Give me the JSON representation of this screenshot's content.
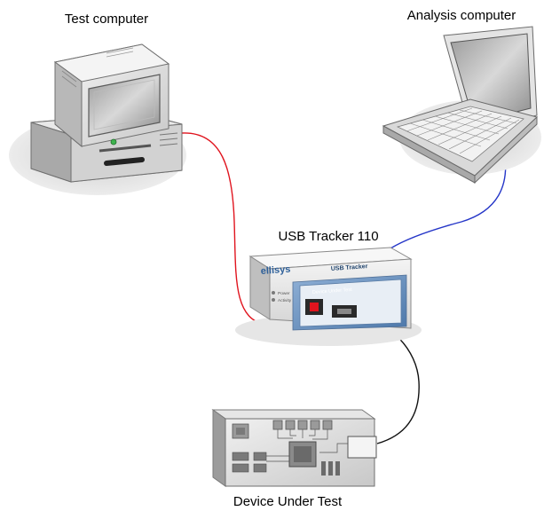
{
  "labels": {
    "test_computer": "Test computer",
    "analysis_computer": "Analysis computer",
    "tracker_name": "USB Tracker 110",
    "device_under_test": "Device Under Test"
  },
  "tracker_box": {
    "brand": "ellisys",
    "product": "USB Tracker",
    "panel_title": "Device Under Test",
    "led_power": "Power",
    "led_activity": "Activity"
  },
  "colors": {
    "cable_test_computer": "#e0141e",
    "cable_analysis_computer": "#2536c8",
    "cable_device": "#111111"
  }
}
